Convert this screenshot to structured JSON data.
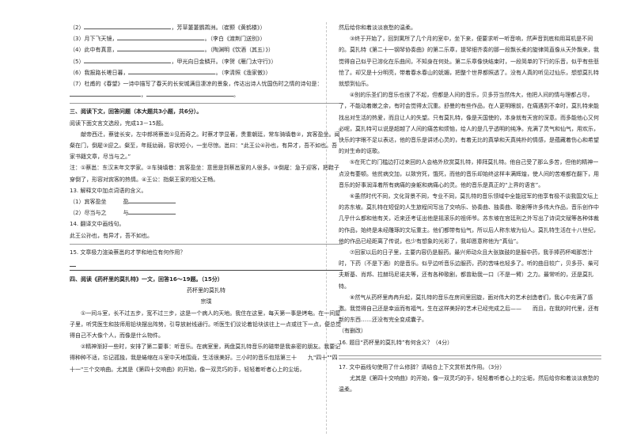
{
  "left": {
    "poems": [
      {
        "num": "（2）",
        "tail": "，芳草萋萋鹦鹉洲。（崔颢《黄鹤楼》）"
      },
      {
        "num": "（3）",
        "text": "月下飞天镜，",
        "tail": "。（李白《渡荆门送别》）"
      },
      {
        "num": "（4）",
        "text": "此中有真意，",
        "tail": "。（陶渊明《饮酒（其五）》）"
      },
      {
        "num": "（5）",
        "tail": "，甲光向日金鳞开。（李贺《雁门太守行》）"
      },
      {
        "num": "（6）",
        "text": "我报路长嗟日暮，",
        "tail": "。（李清照《渔家傲》）"
      },
      {
        "num": "（7）",
        "text": "杜甫的《春望》一诗中描写了春天的长安城满目凄凉的景象，传达出诗人忧国伤时之情的诗句是：",
        "tail": ""
      }
    ],
    "section3_title": "三、阅读下文，回答问题（本大题共3小题，共6分）。",
    "section3_intro": "阅读下面文言文选段，完成13－15题。",
    "passage": "献帝西迁，蔡徙长安，左中郎将蔡邕①见而奇之。时蔡才学显著，贵重朝廷，常车骑填巷②，宾客盈坐。闻粲在门，倒屣③迎之。粲至，年既幼弱，容状短小，一坐尽惊。邕曰：“此王公④孙也，有异才，吾不如也。吾家书籍文章，尽当与之。”",
    "notes": "注：①蔡邕：东汉末年文学家。②车骑填巷：宾客盈坐：意思是到蔡邕家的人很多。③倒屣：急于迎客，把鞋子穿倒了，形容对宾客的热情。④王公：指粲王家的祖父王畅。",
    "q13": "13. 解释文中加点词语的含义。",
    "q13a": "（1）宾客盈坐",
    "q13a_key": "盈",
    "q13b": "（2）尽当与之",
    "q13b_key": "与",
    "q14": "14. 翻译文中画线句。",
    "q14_text": "此王公孙也，有异才，吾不如也。",
    "q15": "15. 文章极力渲染蔡邕的才学和地位有何作用？",
    "section4_title": "四、阅读《药杯里的莫扎特》一文，回答16～19题。（15分）",
    "article_title": "药杯里的莫扎特",
    "author": "宗璞",
    "para1": "①一间斗室，长不过五步，宽不过三步，这是一个病人的天地。我住在这里，每天第一事是烤电。在一间屋子里，听凭医生和技师用铅块摆出阵势，引导放射线通行。听医生们议论着铅块该往上一点或往下一点，便总觉得自己不大像个人，而像是什么物件。",
    "para2": "②精神渐好一些时，安排了第二要事：听音乐。在病室里，两盘莫扎特音乐的磁带是我亲密的朋友。我要记得种种不适，忘记孤独，我是蜷缩在斗室中天地围竟，生活很美好。三小时的音乐包括第三十　　九\"四十\"\"四十一\"三个交响曲。尤其是《第四十交响曲》的开始，像一双灵巧的手，轻轻着听者心上的尘垢，"
  },
  "right": {
    "para2_end": "然后给你和着淡淡哀愁的温柔。",
    "para3": "③终于开始了，回到寓所了几个月的室中，坐下来，便要求听一听音响，然声音到底和用耳机是不同的。莫扎特《第二十一钢琴协奏曲》的第二乐章，提琴细齐奏的那一段飘长柔的旋律简直像从天外飘来，我觉得自己似乎已溶化在乐曲间，不知身在何处。第二乐章像快结束时，一段简单的下行的乐音，似乎有些悲怆了。却又是十分明亮，带着春水春山的妩媚，把整个世界都照透了。没有人真的听见过仙乐，想想莫扎特就想到仙乐。",
    "para4": "④别的乐圣们的音乐也很了不起，但都是人间的音乐，贝多芬当然伟大，他把人间的情与理都占尽，了，不能动着嫩之余，有时会觉得太沉重。舒曼的有些作品，在人更明眼前，在痛遇到不幸时，莫扎特来能找出对生活的热爱，而且让人的失望。只有莫扎特，像是天国使的，本身就有天宫的深意。而多能他心又何必呢，莫扎特可以说是超越了人间的痛苦和烦恼，给人的是几乎透明的纯净。充满了灵气和仙气，用欢乐，快乐的字眼不足以表达，他的音乐是讲述心灵的，有着无比的真挚和天真纯朴的情感，是蕴藏着伤心和希望的对生命的讴歌。",
    "para5": "⑤在死亡的门槛边打过来回的人会格外欣赏莫扎特，捧拜莫扎特。他自己受了那么多苦，但他的精神一点没有萎顿。他贫病交加，以致穷死，饿死，而他的音乐却始终这样丰满辉煌，使人间的苦难都在翻下，用音乐的好事润泽着所有病痛的身躯和病痛心的灵。他的音乐是真正的“上界的语言”。",
    "para6": "⑥虽然时代不同，文化背景不同，专业不同，莫扎特的音乐领域中全能冠军的他享有极不谈我国文坛上的苏东坡。莫扎特在短促的人生旅程间写出了交响乐、协奏曲、独奏曲、歌剧等许多伟大作品，音乐创作中几乎什么都和他有关，近来还考证出他是摇滚乐的祖师爷。苏东坡在宫廷刑之外写出了诗词文赋等各种体裁的作品，始终是未经雕琢的文坛重主。他们都带有仙气，所以后人称东坡为仙人。莫扎特生活在十八世纪，他的作品已经距离了传说，也少有想象的光彩了，我却愿意称他为“真仙”。",
    "para7": "⑦回家以后的日子里，主要内容仍是服药。最兴师动众且大张旗鼓的是服中药，我手捧药杯喝那苦汁时，下药（不是下酒）的是音乐。似乎边听音乐边服药，药的苦味也轻多了。听的曲目较广，贝多芬、柴可夫斯基、肖邦、拉赫玛尼诺夫等，还有各种歌剧，都曾助我一口（不是一臂）之力。最常听的，还是莫扎特。",
    "para8": "⑧然气从药杯里冉冉升起，莫扎特的音乐在房间里回旋，面对伟大的艺术创造者们，我心中充满了感激。我觉得自己还是幸运而有福气，生在这样美好的艺术已经完成之后——　　而且，在我的时代里，还有新的东西……还没有完全变成囊子。",
    "source": "（有删改）",
    "q16": "16. 题目“药杯里的莫扎特”有何含义？（4分）",
    "q17": "17. 文中画线句使用了什么修辞？请结合上下文赏析其作用。（3分）",
    "q17_text": "尤其是《第四十交响曲》的开始，像一双灵巧的手，轻轻着听者心上的尘垢，然后给你和着淡淡哀愁的温柔。"
  }
}
